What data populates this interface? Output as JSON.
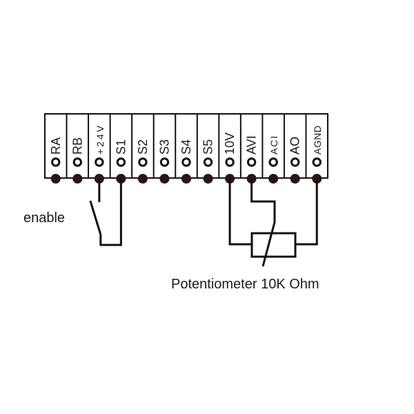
{
  "diagram": {
    "title": "Drive control terminal wiring",
    "terminals": [
      {
        "label": "RA"
      },
      {
        "label": "RB"
      },
      {
        "label": "+24V",
        "small": true
      },
      {
        "label": "S1"
      },
      {
        "label": "S2"
      },
      {
        "label": "S3"
      },
      {
        "label": "S4"
      },
      {
        "label": "S5"
      },
      {
        "label": "10V"
      },
      {
        "label": "AVI"
      },
      {
        "label": "ACI",
        "small": true
      },
      {
        "label": "AO"
      },
      {
        "label": "AGND",
        "small": true
      }
    ],
    "switch": {
      "label": "enable",
      "from_terminal": "+24V",
      "to_terminal": "S1",
      "state": "open"
    },
    "potentiometer": {
      "label": "Potentiometer 10K Ohm",
      "high_terminal": "10V",
      "wiper_terminal": "AVI",
      "low_terminal": "AGND"
    },
    "colors": {
      "line": "#111111",
      "dot": "#2a1414",
      "block_border": "#111111"
    }
  }
}
